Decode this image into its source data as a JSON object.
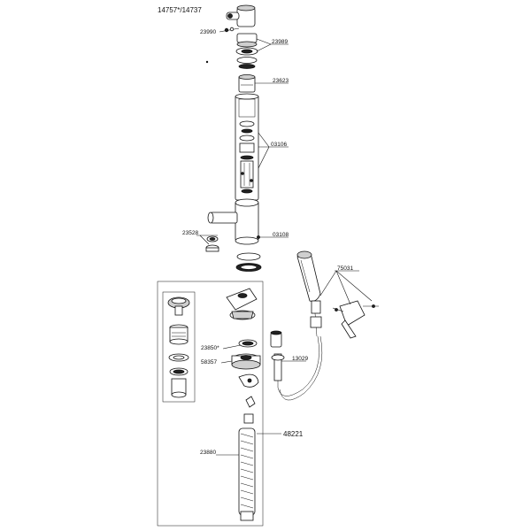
{
  "diagram": {
    "title": "14757*/14737",
    "labels": {
      "l23990": "23990",
      "l23989": "23989",
      "l23623": "23623",
      "l03106a": "03106",
      "l23528": "23528",
      "l03108": "03108",
      "l75031": "75031",
      "l23850": "23850*",
      "l58357": "58357",
      "l13029": "13029",
      "l48221": "48221",
      "l23880": "23880"
    }
  }
}
